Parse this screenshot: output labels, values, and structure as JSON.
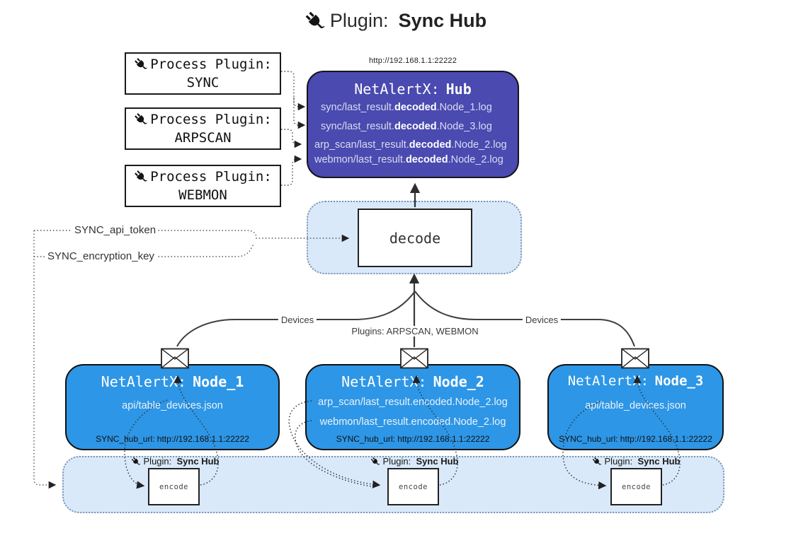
{
  "title": {
    "prefix": "Plugin:",
    "name": "Sync Hub"
  },
  "hub": {
    "url": "http://192.168.1.1:22222",
    "name_prefix": "NetAlertX:",
    "name": "Hub",
    "files": [
      {
        "pre": "sync/last_result.",
        "mid": "decoded",
        "post": ".Node_1.log"
      },
      {
        "pre": "sync/last_result.",
        "mid": "decoded",
        "post": ".Node_3.log"
      },
      {
        "pre": "arp_scan/last_result.",
        "mid": "decoded",
        "post": ".Node_2.log"
      },
      {
        "pre": "webmon/last_result.",
        "mid": "decoded",
        "post": ".Node_2.log"
      }
    ]
  },
  "process_plugins": [
    {
      "label": "Process Plugin:",
      "name": "SYNC"
    },
    {
      "label": "Process Plugin:",
      "name": "ARPSCAN"
    },
    {
      "label": "Process Plugin:",
      "name": "WEBMON"
    }
  ],
  "decode_label": "decode",
  "config": {
    "api_token": "SYNC_api_token",
    "encryption_key": "SYNC_encryption_key"
  },
  "edges": {
    "devices_left": "Devices",
    "devices_right": "Devices",
    "center": "Plugins: ARPSCAN, WEBMON"
  },
  "nodes": [
    {
      "name_prefix": "NetAlertX:",
      "name": "Node_1",
      "files": [
        "api/table_devices.json"
      ],
      "hub_url": "SYNC_hub_url: http://192.168.1.1:22222"
    },
    {
      "name_prefix": "NetAlertX:",
      "name": "Node_2",
      "files": [
        "arp_scan/last_result.encoded.Node_2.log",
        "webmon/last_result.encoded.Node_2.log"
      ],
      "hub_url": "SYNC_hub_url: http://192.168.1.1:22222"
    },
    {
      "name_prefix": "NetAlertX:",
      "name": "Node_3",
      "files": [
        "api/table_devices.json"
      ],
      "hub_url": "SYNC_hub_url: http://192.168.1.1:22222"
    }
  ],
  "band": {
    "plugin_prefix": "Plugin:",
    "plugin_name": "Sync Hub",
    "encode_label": "encode"
  },
  "colors": {
    "hub_fill": "#4a4ab0",
    "node_fill": "#2d96e6",
    "panel_fill": "#d9e9fa",
    "line": "#3a3a3a"
  }
}
